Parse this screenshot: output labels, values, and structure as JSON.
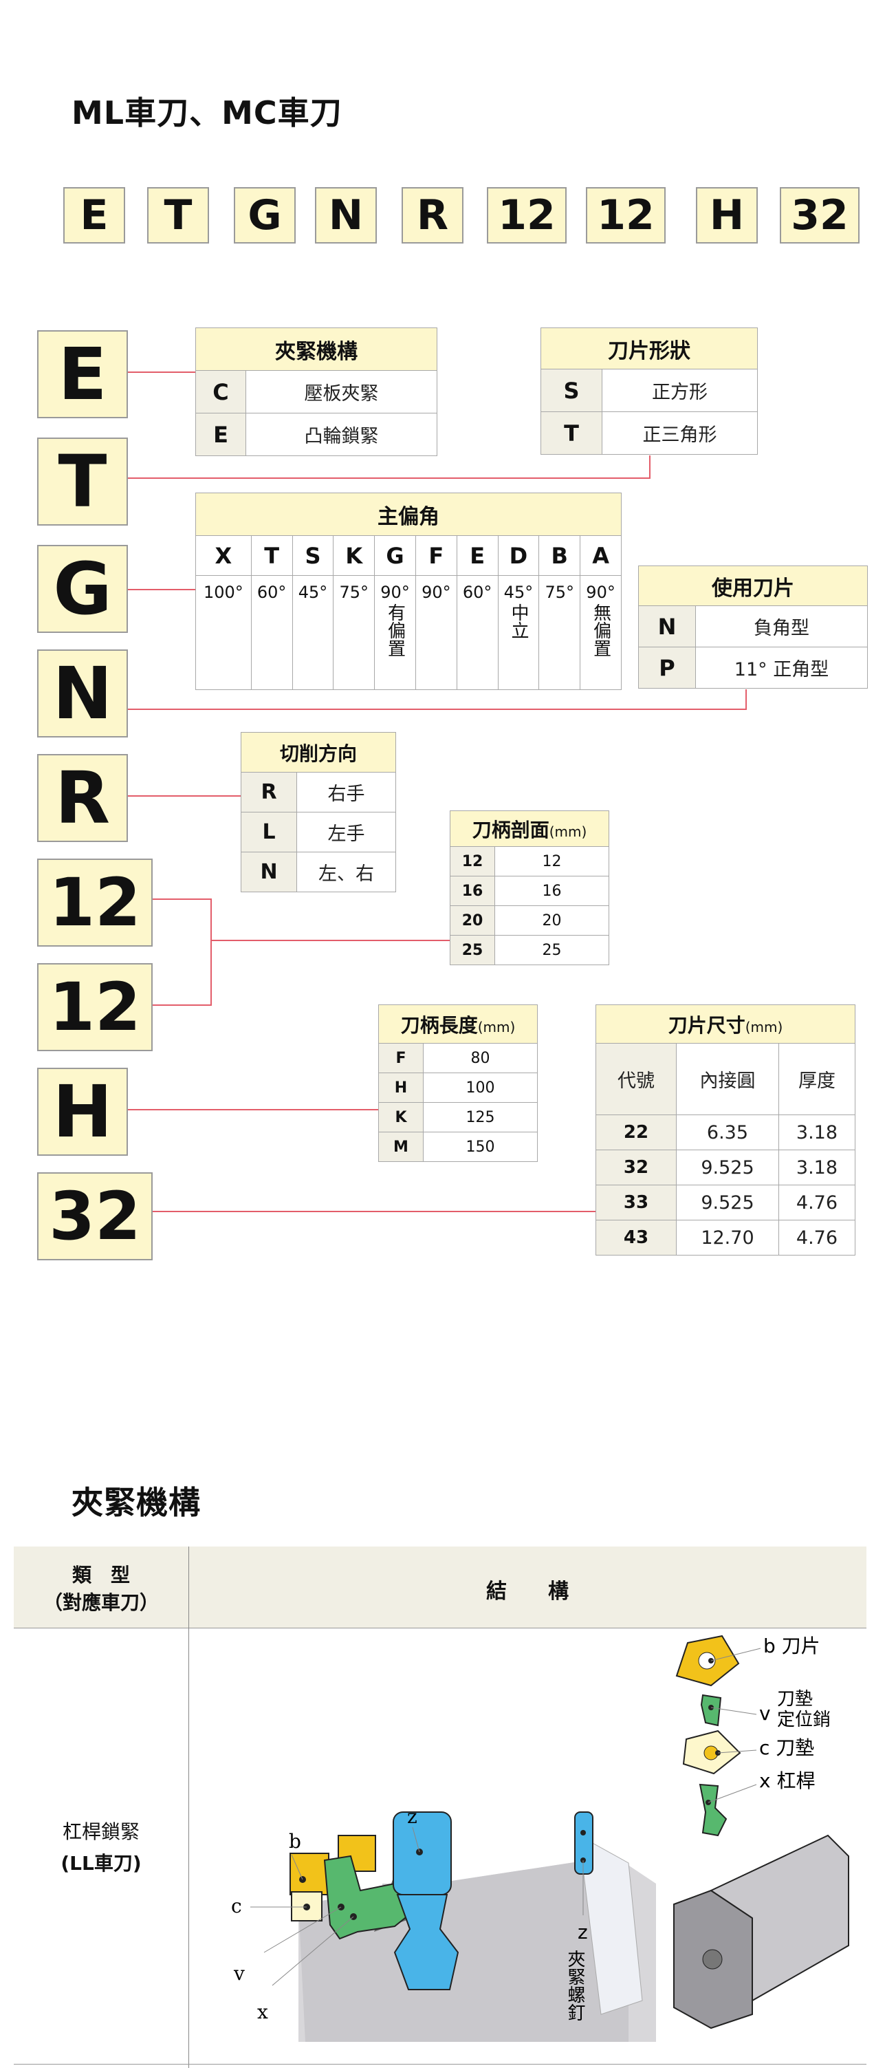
{
  "title": "ML車刀、MC車刀",
  "code_letters": [
    "E",
    "T",
    "G",
    "N",
    "R",
    "12",
    "12",
    "H",
    "32"
  ],
  "clamp": {
    "title": "夾緊機構",
    "rows": [
      {
        "code": "C",
        "label": "壓板夾緊"
      },
      {
        "code": "E",
        "label": "凸輪鎖緊"
      }
    ]
  },
  "insert_shape": {
    "title": "刀片形狀",
    "rows": [
      {
        "code": "S",
        "label": "正方形"
      },
      {
        "code": "T",
        "label": "正三角形"
      }
    ]
  },
  "main_angle": {
    "title": "主偏角",
    "cols": [
      {
        "code": "X",
        "angle": "100°",
        "note": ""
      },
      {
        "code": "T",
        "angle": "60°",
        "note": ""
      },
      {
        "code": "S",
        "angle": "45°",
        "note": ""
      },
      {
        "code": "K",
        "angle": "75°",
        "note": ""
      },
      {
        "code": "G",
        "angle": "90°",
        "note": "有偏置"
      },
      {
        "code": "F",
        "angle": "90°",
        "note": ""
      },
      {
        "code": "E",
        "angle": "60°",
        "note": ""
      },
      {
        "code": "D",
        "angle": "45°",
        "note": "中立"
      },
      {
        "code": "B",
        "angle": "75°",
        "note": ""
      },
      {
        "code": "A",
        "angle": "90°",
        "note": "無偏置"
      }
    ]
  },
  "insert_use": {
    "title": "使用刀片",
    "rows": [
      {
        "code": "N",
        "label": "負角型"
      },
      {
        "code": "P",
        "label": "11° 正角型"
      }
    ]
  },
  "direction": {
    "title": "切削方向",
    "rows": [
      {
        "code": "R",
        "label": "右手"
      },
      {
        "code": "L",
        "label": "左手"
      },
      {
        "code": "N",
        "label": "左、右"
      }
    ]
  },
  "section": {
    "title": "刀柄剖面",
    "unit": "(mm)",
    "rows": [
      {
        "code": "12",
        "val": "12"
      },
      {
        "code": "16",
        "val": "16"
      },
      {
        "code": "20",
        "val": "20"
      },
      {
        "code": "25",
        "val": "25"
      }
    ]
  },
  "length": {
    "title": "刀柄長度",
    "unit": "(mm)",
    "rows": [
      {
        "code": "F",
        "val": "80"
      },
      {
        "code": "H",
        "val": "100"
      },
      {
        "code": "K",
        "val": "125"
      },
      {
        "code": "M",
        "val": "150"
      }
    ]
  },
  "size": {
    "title": "刀片尺寸",
    "unit": "(mm)",
    "headers": [
      "代號",
      "內接圓",
      "厚度"
    ],
    "rows": [
      {
        "code": "22",
        "ic": "6.35",
        "t": "3.18"
      },
      {
        "code": "32",
        "ic": "9.525",
        "t": "3.18"
      },
      {
        "code": "33",
        "ic": "9.525",
        "t": "4.76"
      },
      {
        "code": "43",
        "ic": "12.70",
        "t": "4.76"
      }
    ]
  },
  "section2_title": "夾緊機構",
  "mech_table": {
    "col1_line1": "類　型",
    "col1_line2": "（對應車刀）",
    "col2": "結　　構",
    "row_type": "杠桿鎖緊",
    "row_type_sub": "(LL車刀)"
  },
  "diagram": {
    "b": "b",
    "c": "c",
    "v": "v",
    "x": "x",
    "z": "z",
    "b_label": "b 刀片",
    "v_label_1": "v",
    "v_label_2": "刀墊",
    "v_label_3": "定位銷",
    "c_label": "c 刀墊",
    "x_label": "x 杠桿",
    "z_label": "z",
    "z_text": "夾緊螺釘"
  },
  "colors": {
    "box_fill": "#fdf7cc",
    "line": "#e35d6a",
    "insert": "#f2c21a",
    "lever": "#57b86e",
    "screw": "#49b4e8",
    "body": "#c9c8cc"
  }
}
